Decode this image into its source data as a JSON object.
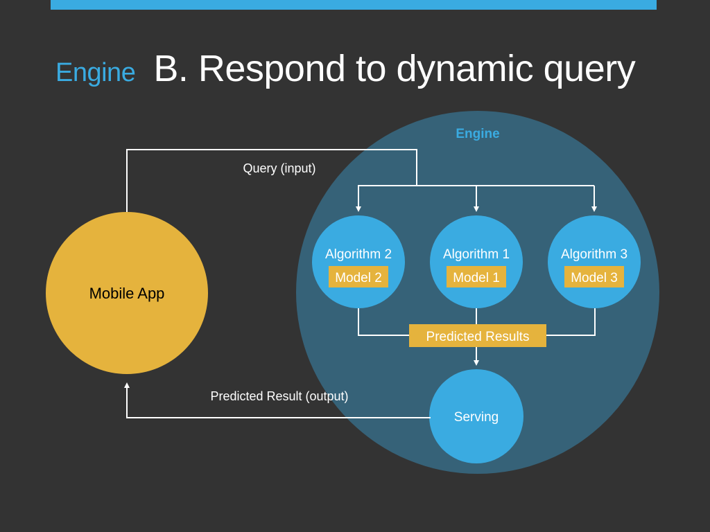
{
  "slide": {
    "tag": "Engine",
    "title": "B. Respond to dynamic query",
    "colors": {
      "background": "#333333",
      "accent_blue": "#3AABE1",
      "engine_fill": "#366278",
      "gold": "#E5B33D",
      "line": "#FFFFFF"
    }
  },
  "diagram": {
    "engine_label": "Engine",
    "mobile_app": "Mobile App",
    "query_label": "Query (input)",
    "output_label": "Predicted Result (output)",
    "algorithms": [
      {
        "name": "Algorithm 2",
        "model": "Model 2"
      },
      {
        "name": "Algorithm 1",
        "model": "Model 1"
      },
      {
        "name": "Algorithm 3",
        "model": "Model 3"
      }
    ],
    "predicted_results": "Predicted Results",
    "serving": "Serving"
  }
}
